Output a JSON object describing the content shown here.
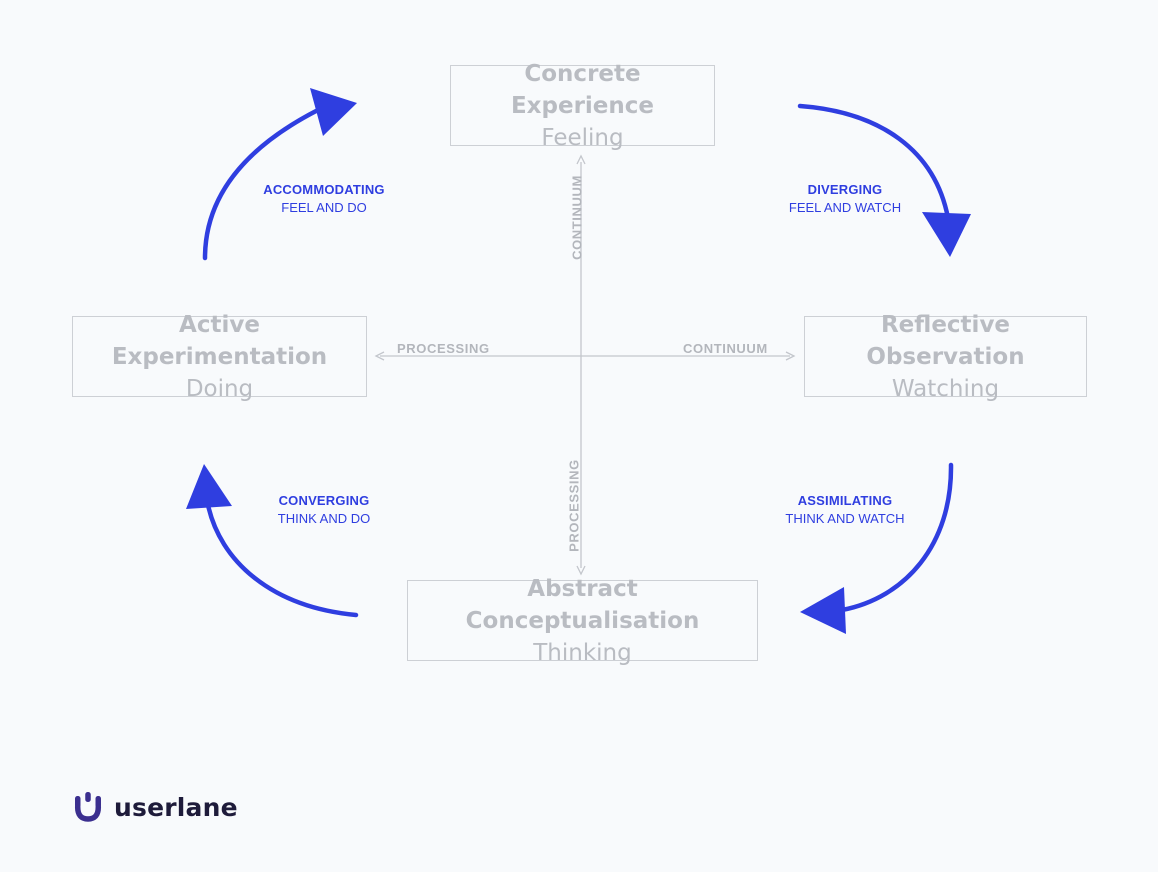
{
  "boxes": {
    "top": {
      "title": "Concrete Experience",
      "sub": "Feeling"
    },
    "right": {
      "title": "Reflective Observation",
      "sub": "Watching"
    },
    "bottom": {
      "title": "Abstract Conceptualisation",
      "sub": "Thinking"
    },
    "left": {
      "title": "Active Experimentation",
      "sub": "Doing"
    }
  },
  "axes": {
    "vertical_top": "CONTINUUM",
    "vertical_bottom": "PROCESSING",
    "horizontal_left": "PROCESSING",
    "horizontal_right": "CONTINUUM"
  },
  "styles": {
    "accommodating": {
      "name": "ACCOMMODATING",
      "desc": "FEEL AND DO"
    },
    "diverging": {
      "name": "DIVERGING",
      "desc": "FEEL AND WATCH"
    },
    "assimilating": {
      "name": "ASSIMILATING",
      "desc": "THINK AND WATCH"
    },
    "converging": {
      "name": "CONVERGING",
      "desc": "THINK AND DO"
    }
  },
  "colors": {
    "accent": "#2f3ee0",
    "box_border": "#cdd0d5",
    "box_text": "#b9bcc2",
    "axis": "#c3c6cc",
    "logo_text": "#1e1b3a"
  },
  "logo": {
    "text": "userlane",
    "icon": "userlane-logo-icon"
  }
}
